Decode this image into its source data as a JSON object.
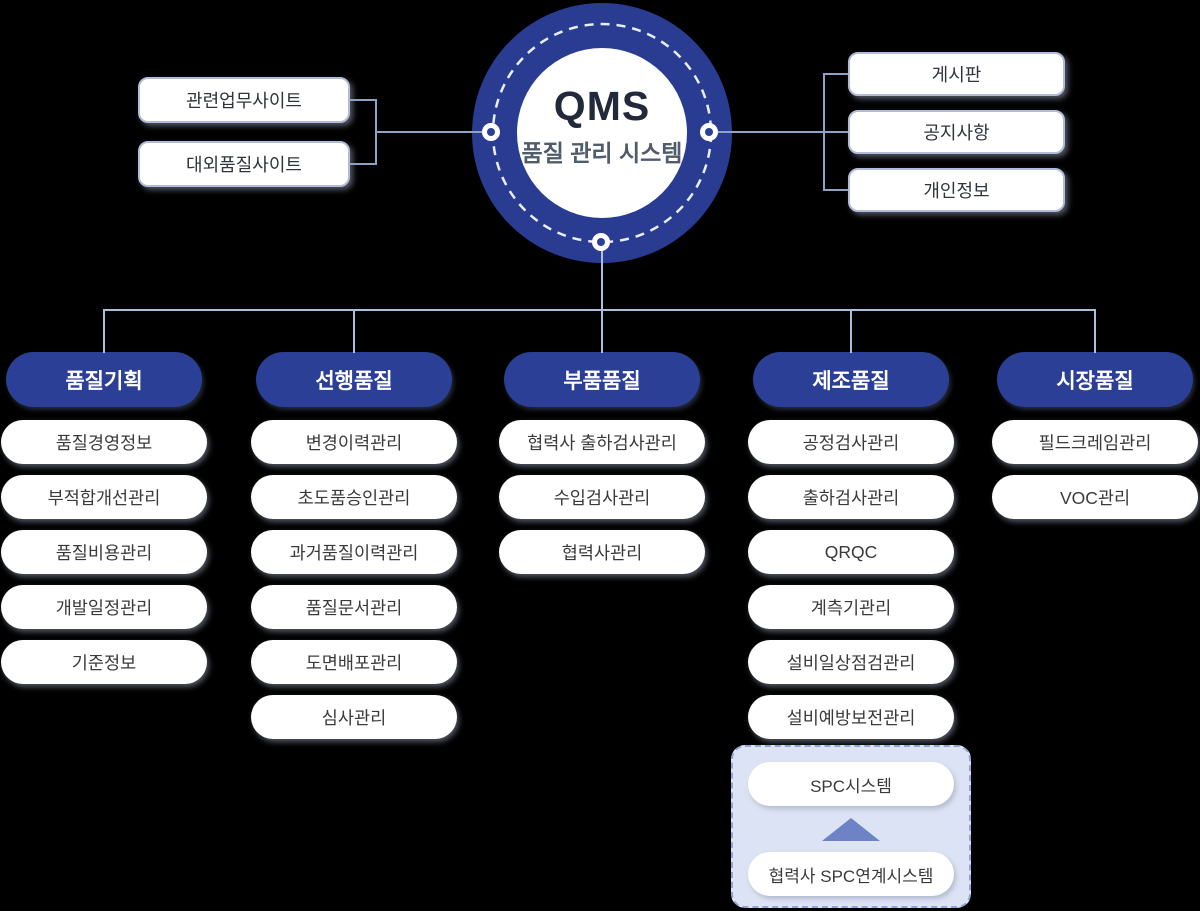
{
  "hub": {
    "title": "QMS",
    "subtitle": "품질 관리 시스템"
  },
  "side_links": {
    "left": [
      "관련업무사이트",
      "대외품질사이트"
    ],
    "right": [
      "게시판",
      "공지사항",
      "개인정보"
    ]
  },
  "columns": [
    {
      "header": "품질기획",
      "items": [
        "품질경영정보",
        "부적합개선관리",
        "품질비용관리",
        "개발일정관리",
        "기준정보"
      ]
    },
    {
      "header": "선행품질",
      "items": [
        "변경이력관리",
        "초도품승인관리",
        "과거품질이력관리",
        "품질문서관리",
        "도면배포관리",
        "심사관리"
      ]
    },
    {
      "header": "부품품질",
      "items": [
        "협력사 출하검사관리",
        "수입검사관리",
        "협력사관리"
      ]
    },
    {
      "header": "제조품질",
      "items": [
        "공정검사관리",
        "출하검사관리",
        "QRQC",
        "계측기관리",
        "설비일상점검관리",
        "설비예방보전관리"
      ]
    },
    {
      "header": "시장품질",
      "items": [
        "필드크레임관리",
        "VOC관리"
      ]
    }
  ],
  "spc_panel": {
    "top": "SPC시스템",
    "bottom": "협력사 SPC연계시스템"
  },
  "icons": {
    "spc_arrow": "arrow-up-triangle",
    "connector_dot": "ring-dot"
  },
  "colors": {
    "navy": "#2B3F96",
    "ring_navy": "#293C92",
    "dashed_ring": "#E8EDF6",
    "top_lines": "#8CA3C4",
    "tree_lines": "#AAC0DC",
    "side_box_border": "#B2BBD9",
    "panel_bg": "#DCE3F4",
    "panel_border": "#90A6D6",
    "arrow": "#6D83C5",
    "hub_title_text": "#22293a",
    "hub_subtitle_text": "#505b6c",
    "item_text": "#3a3a3a",
    "background": "#000000"
  }
}
